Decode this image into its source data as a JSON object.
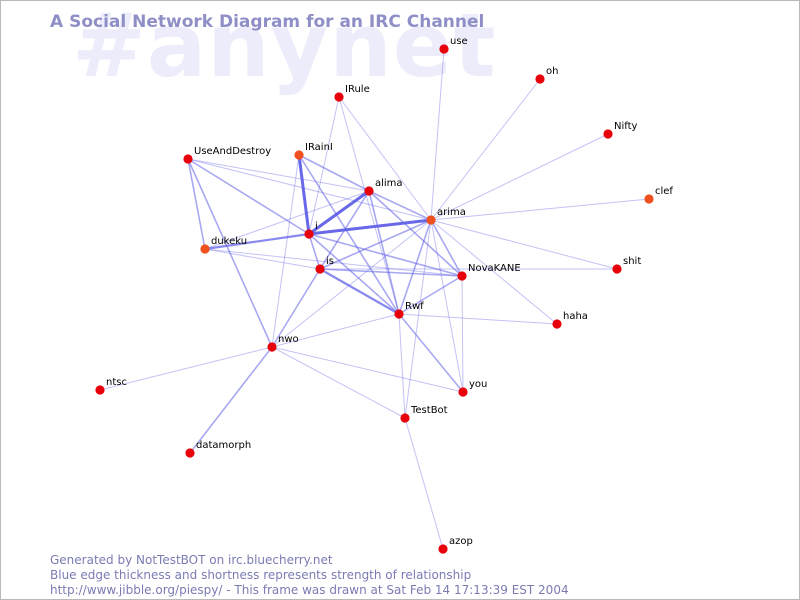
{
  "watermark": "#anynet",
  "title": "A Social Network Diagram for an IRC Channel",
  "footer": {
    "line1": "Generated by NotTestBOT on irc.bluecherry.net",
    "line2": "Blue edge thickness and shortness represents strength of relationship",
    "line3": "http://www.jibble.org/piespy/ - This frame was drawn at Sat Feb 14 17:13:39 EST 2004"
  },
  "colors": {
    "node": "#e8000a",
    "node_alt": "#f0501e",
    "edge": "#6060e8",
    "title": "#8f8fc8",
    "watermark": "#ececfb"
  },
  "nodes": [
    {
      "id": "use",
      "label": "use"
    },
    {
      "id": "oh",
      "label": "oh"
    },
    {
      "id": "IRule",
      "label": "IRule"
    },
    {
      "id": "Nifty",
      "label": "Nifty"
    },
    {
      "id": "UseAndDestroy",
      "label": "UseAndDestroy"
    },
    {
      "id": "IRainI",
      "label": "IRainI"
    },
    {
      "id": "clef",
      "label": "clef"
    },
    {
      "id": "alima",
      "label": "alima"
    },
    {
      "id": "arima",
      "label": "arima"
    },
    {
      "id": "i",
      "label": "i"
    },
    {
      "id": "dukeku",
      "label": "dukeku"
    },
    {
      "id": "is",
      "label": "is"
    },
    {
      "id": "shit",
      "label": "shit"
    },
    {
      "id": "NovaKANE",
      "label": "NovaKANE"
    },
    {
      "id": "Rwf",
      "label": "Rwf"
    },
    {
      "id": "haha",
      "label": "haha"
    },
    {
      "id": "nwo",
      "label": "nwo"
    },
    {
      "id": "ntsc",
      "label": "ntsc"
    },
    {
      "id": "you",
      "label": "you"
    },
    {
      "id": "TestBot",
      "label": "TestBot"
    },
    {
      "id": "datamorph",
      "label": "datamorph"
    },
    {
      "id": "azop",
      "label": "azop"
    }
  ],
  "edges": [
    [
      "i",
      "IRainI",
      4
    ],
    [
      "i",
      "alima",
      4
    ],
    [
      "i",
      "arima",
      4
    ],
    [
      "i",
      "dukeku",
      3
    ],
    [
      "IRainI",
      "alima",
      2
    ],
    [
      "IRainI",
      "Rwf",
      2
    ],
    [
      "IRainI",
      "nwo",
      1
    ],
    [
      "UseAndDestroy",
      "i",
      2
    ],
    [
      "UseAndDestroy",
      "alima",
      1
    ],
    [
      "UseAndDestroy",
      "arima",
      1
    ],
    [
      "UseAndDestroy",
      "dukeku",
      2
    ],
    [
      "UseAndDestroy",
      "nwo",
      2
    ],
    [
      "IRule",
      "i",
      1
    ],
    [
      "IRule",
      "Rwf",
      1
    ],
    [
      "IRule",
      "arima",
      1
    ],
    [
      "use",
      "arima",
      1
    ],
    [
      "oh",
      "arima",
      1
    ],
    [
      "Nifty",
      "arima",
      1
    ],
    [
      "clef",
      "arima",
      1
    ],
    [
      "shit",
      "arima",
      1
    ],
    [
      "shit",
      "is",
      1
    ],
    [
      "haha",
      "arima",
      1
    ],
    [
      "haha",
      "Rwf",
      1
    ],
    [
      "alima",
      "arima",
      2
    ],
    [
      "alima",
      "is",
      2
    ],
    [
      "alima",
      "Rwf",
      2
    ],
    [
      "alima",
      "NovaKANE",
      2
    ],
    [
      "alima",
      "dukeku",
      1
    ],
    [
      "arima",
      "is",
      2
    ],
    [
      "arima",
      "Rwf",
      2
    ],
    [
      "arima",
      "NovaKANE",
      2
    ],
    [
      "arima",
      "nwo",
      1
    ],
    [
      "arima",
      "TestBot",
      1
    ],
    [
      "arima",
      "you",
      1
    ],
    [
      "i",
      "is",
      2
    ],
    [
      "i",
      "Rwf",
      2
    ],
    [
      "i",
      "NovaKANE",
      2
    ],
    [
      "is",
      "Rwf",
      3
    ],
    [
      "is",
      "NovaKANE",
      2
    ],
    [
      "is",
      "nwo",
      2
    ],
    [
      "is",
      "dukeku",
      1
    ],
    [
      "Rwf",
      "NovaKANE",
      2
    ],
    [
      "Rwf",
      "you",
      2
    ],
    [
      "Rwf",
      "TestBot",
      1
    ],
    [
      "Rwf",
      "nwo",
      1
    ],
    [
      "NovaKANE",
      "you",
      1
    ],
    [
      "NovaKANE",
      "dukeku",
      1
    ],
    [
      "nwo",
      "you",
      1
    ],
    [
      "nwo",
      "ntsc",
      1
    ],
    [
      "nwo",
      "datamorph",
      2
    ],
    [
      "nwo",
      "TestBot",
      1
    ],
    [
      "TestBot",
      "azop",
      1
    ]
  ]
}
